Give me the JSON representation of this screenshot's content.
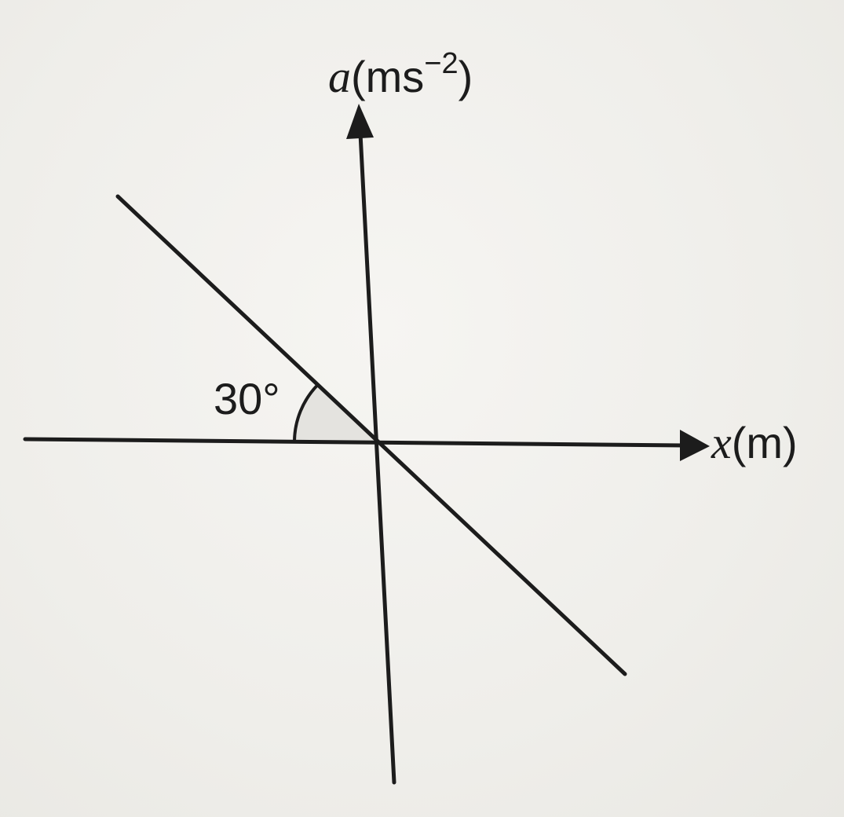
{
  "chart_data": {
    "type": "line",
    "xlabel": {
      "symbol": "x",
      "unit": "(m)"
    },
    "ylabel": {
      "symbol": "a",
      "unit_open": "(ms",
      "unit_exp": "−2",
      "unit_close": ")"
    },
    "series": [
      {
        "slope_angle_deg": 30,
        "passes_through_origin": true,
        "direction": "decreasing"
      }
    ],
    "annotations": [
      {
        "text": "30°",
        "type": "angle-marker"
      }
    ],
    "grid": false,
    "ticks": false
  }
}
